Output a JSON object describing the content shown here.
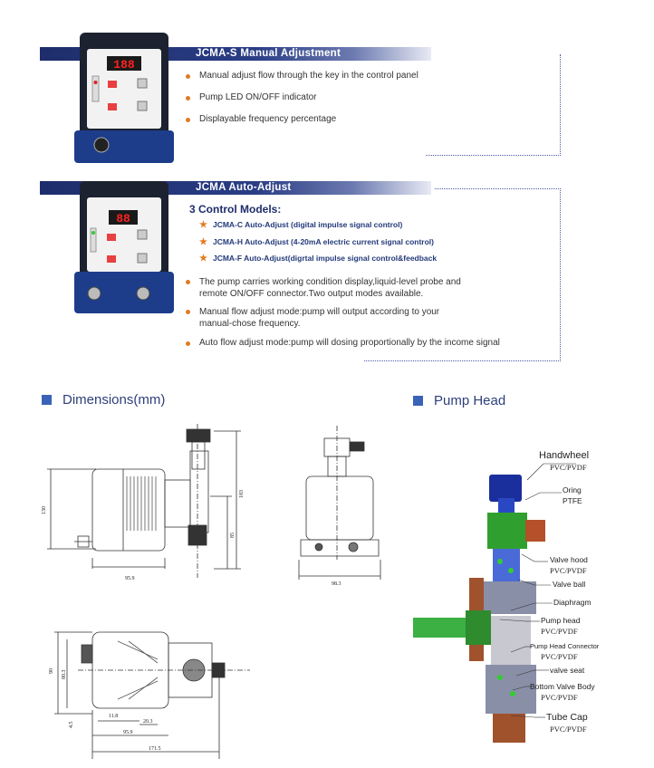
{
  "section1": {
    "title": "JCMA-S  Manual Adjustment",
    "display": "188",
    "bullets": [
      "Manual adjust flow through the key in the control panel",
      "Pump LED ON/OFF indicator",
      "Displayable frequency percentage"
    ]
  },
  "section2": {
    "title": "JCMA   Auto-Adjust",
    "display": "88",
    "models_heading": "3 Control Models:",
    "models": [
      "JCMA-C Auto-Adjust (digital impulse signal control)",
      "JCMA-H  Auto-Adjust (4-20mA electric current signal control)",
      "JCMA-F Auto-Adjust(digrtal impulse signal control&feedback"
    ],
    "bullets": [
      [
        "The pump carries working condition display,liquid-level probe and",
        "remote ON/OFF connector.Two output modes available."
      ],
      [
        "Manual flow adjust mode:pump will output according to your",
        "manual-chose frequency."
      ],
      [
        "Auto flow adjust mode:pump will dosing proportionally by the income signal"
      ]
    ]
  },
  "dimensions": {
    "title": "Dimensions(mm)",
    "side": {
      "height1": "130",
      "height2": "183",
      "height3": "85",
      "width": "95.9"
    },
    "front": {
      "width": "98.3"
    },
    "top": {
      "h1": "90",
      "h2": "80.3",
      "w1": "11.8",
      "w2": "20.3",
      "w3": "95.9",
      "w4": "171.5",
      "w5": "4.5"
    }
  },
  "pump_head": {
    "title": "Pump Head",
    "labels": [
      {
        "name": "Handwheel",
        "material": "PVC/PVDF"
      },
      {
        "name": "Oring",
        "material": "PTFE"
      },
      {
        "name": "Valve hood",
        "material": "PVC/PVDF"
      },
      {
        "name": "Valve ball",
        "material": ""
      },
      {
        "name": "Diaphragm",
        "material": ""
      },
      {
        "name": "Pump head",
        "material": "PVC/PVDF"
      },
      {
        "name": "Pump Head Connector",
        "material": "PVC/PVDF"
      },
      {
        "name": "valve seat",
        "material": ""
      },
      {
        "name": "Bottom Valve Body",
        "material": "PVC/PVDF"
      },
      {
        "name": "Tube Cap",
        "material": "PVC/PVDF"
      }
    ]
  },
  "colors": {
    "accent": "#e07b22",
    "navy": "#1e2d6b",
    "title": "#2d3f7a",
    "square": "#3a63b8"
  }
}
